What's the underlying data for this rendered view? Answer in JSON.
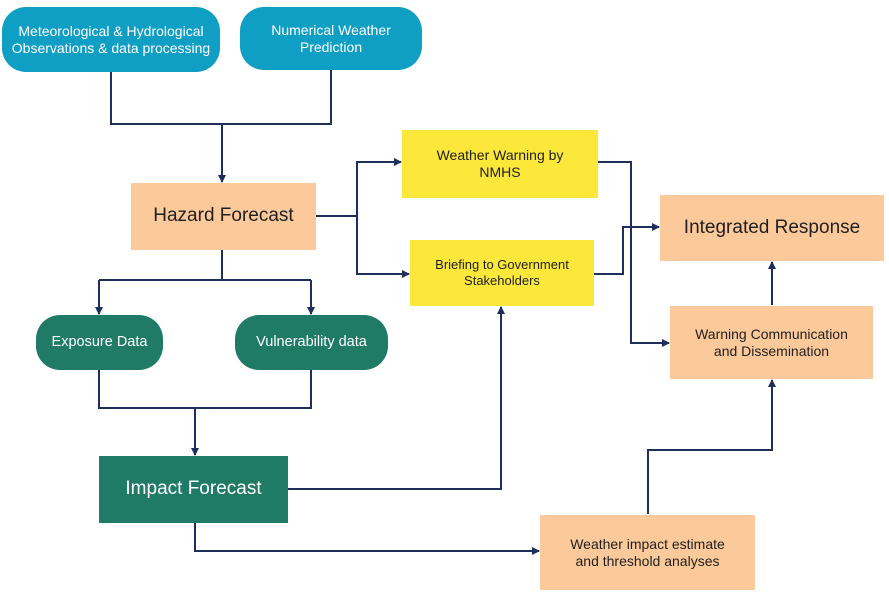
{
  "nodes": {
    "met_obs": "Meteorological & Hydrological\nObservations & data processing",
    "nwp": "Numerical Weather\nPrediction",
    "hazard": "Hazard Forecast",
    "exposure": "Exposure Data",
    "vulnerability": "Vulnerability data",
    "impact": "Impact Forecast",
    "warning_nmhs": "Weather Warning by\nNMHS",
    "briefing": "Briefing to Government\nStakeholders",
    "integrated": "Integrated Response",
    "warning_comm": "Warning Communication\nand Dissemination",
    "weather_impact": "Weather impact estimate\nand threshold analyses"
  },
  "colors": {
    "observation_blue": "#0f9ec4",
    "data_green": "#1f7a66",
    "forecast_orange": "#fcc99a",
    "warning_yellow": "#fbe83a",
    "connector_navy": "#1f2f5c"
  }
}
